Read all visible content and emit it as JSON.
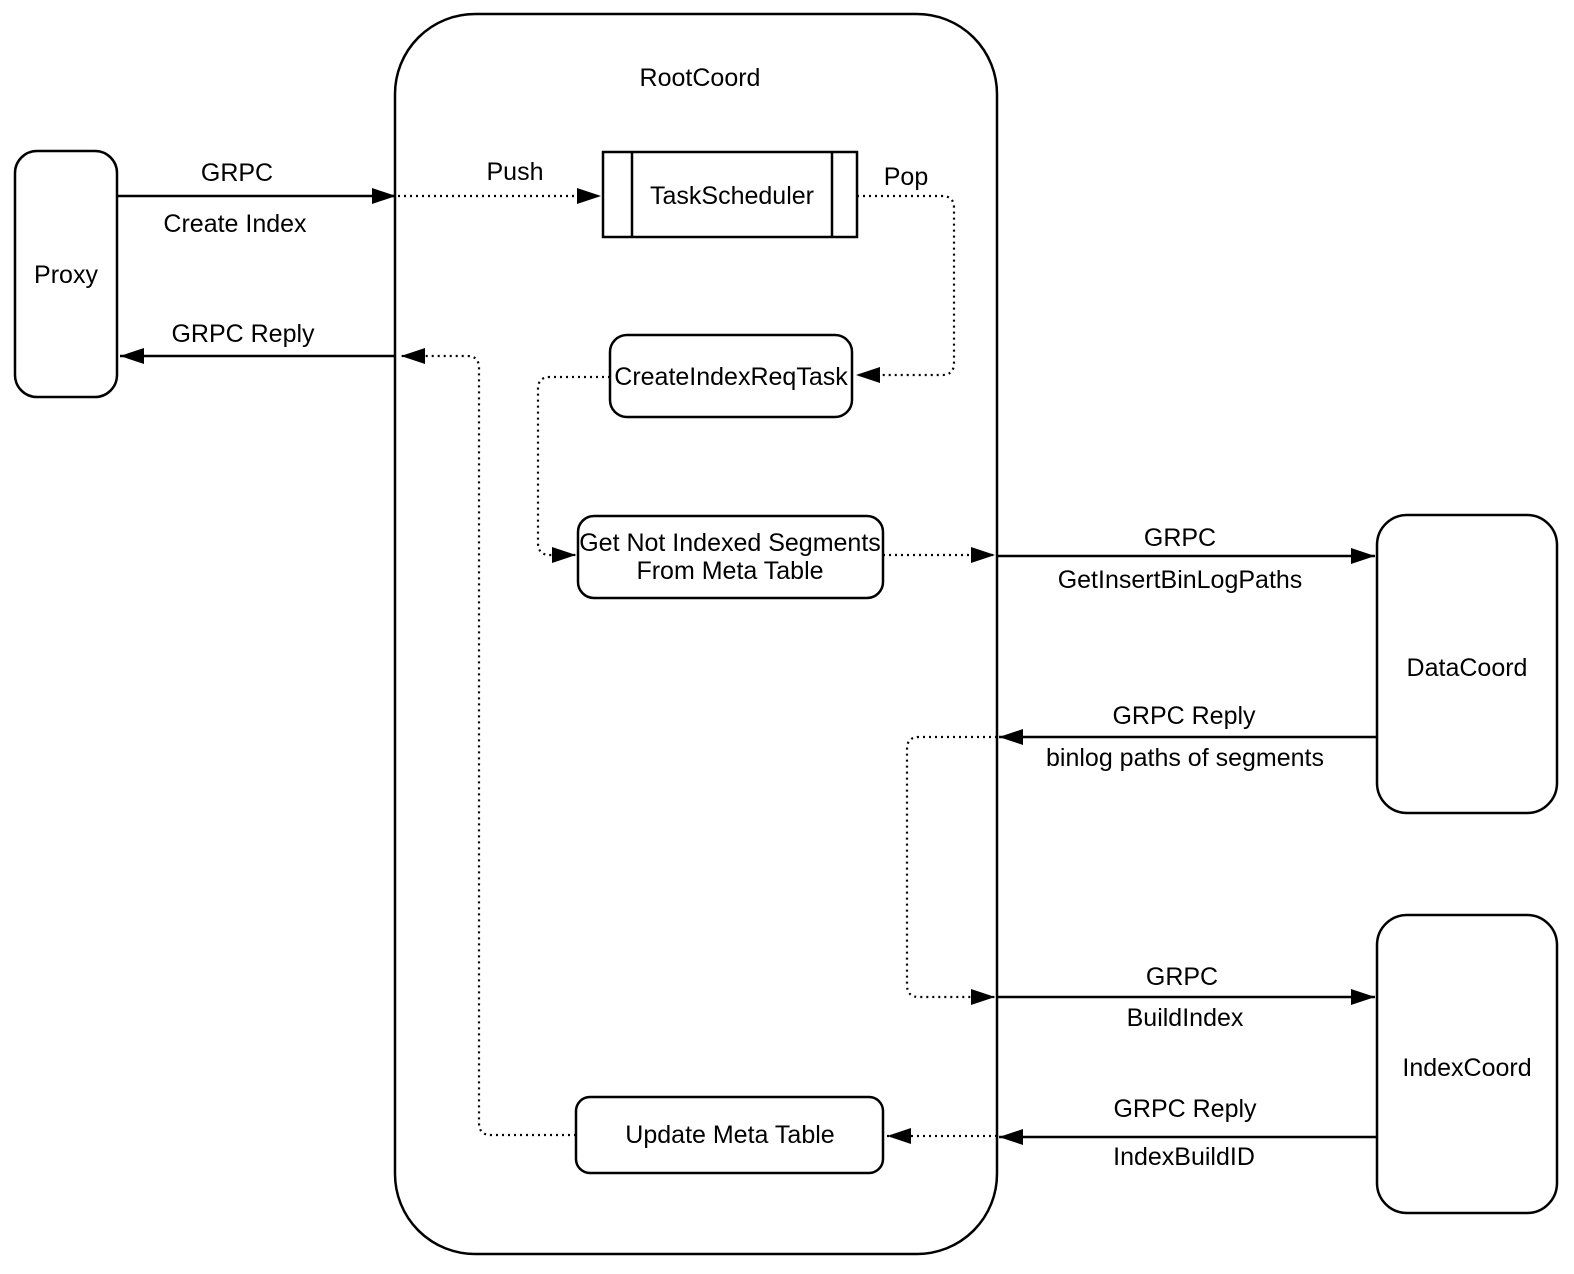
{
  "diagram": {
    "colors": {
      "stroke": "#000000",
      "background": "#ffffff",
      "text": "#000000"
    },
    "container": {
      "label": "RootCoord"
    },
    "nodes": {
      "proxy": {
        "label": "Proxy"
      },
      "task_scheduler": {
        "label": "TaskScheduler"
      },
      "create_index_req_task": {
        "label": "CreateIndexReqTask"
      },
      "get_not_indexed_segments": {
        "label_line1": "Get Not Indexed Segments",
        "label_line2": "From Meta Table"
      },
      "update_meta_table": {
        "label": "Update Meta Table"
      },
      "data_coord": {
        "label": "DataCoord"
      },
      "index_coord": {
        "label": "IndexCoord"
      }
    },
    "edges": {
      "proxy_to_rootcoord": {
        "label_line1": "GRPC",
        "label_line2": "Create Index"
      },
      "rootcoord_to_proxy": {
        "label": "GRPC Reply"
      },
      "push": {
        "label": "Push"
      },
      "pop": {
        "label": "Pop"
      },
      "rootcoord_to_datacoord": {
        "label_line1": "GRPC",
        "label_line2": "GetInsertBinLogPaths"
      },
      "datacoord_to_rootcoord": {
        "label_line1": "GRPC Reply",
        "label_line2": "binlog paths of segments"
      },
      "rootcoord_to_indexcoord": {
        "label_line1": "GRPC",
        "label_line2": "BuildIndex"
      },
      "indexcoord_to_rootcoord": {
        "label_line1": "GRPC Reply",
        "label_line2": "IndexBuildID"
      }
    }
  }
}
